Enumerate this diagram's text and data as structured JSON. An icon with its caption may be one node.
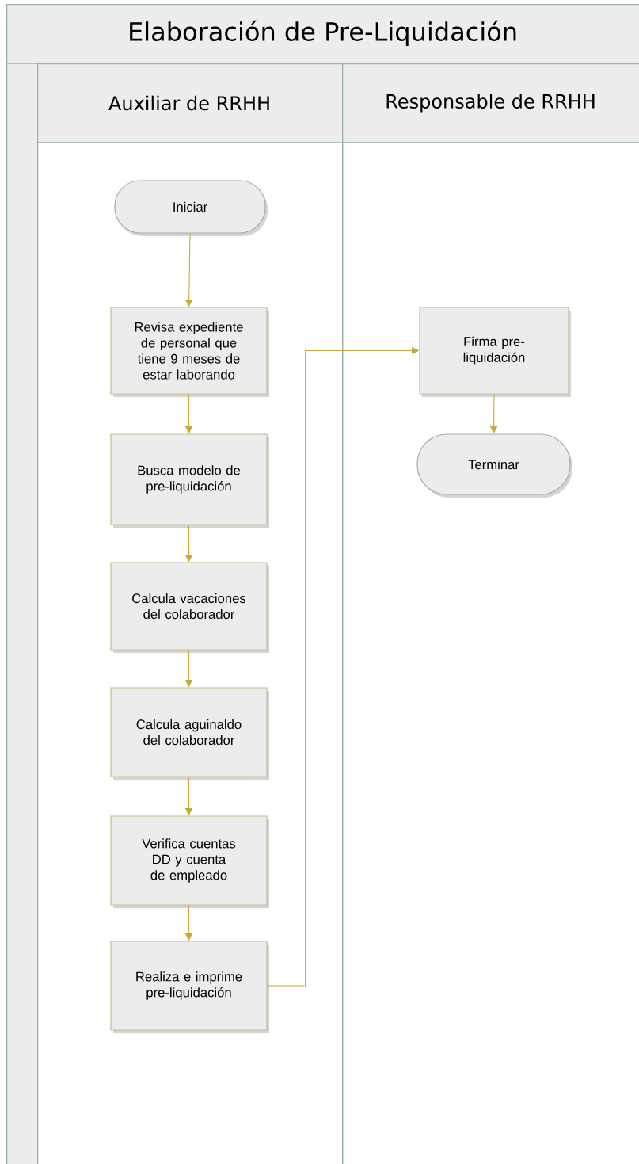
{
  "diagram": {
    "nodes": [
      {
        "text": [
          "Elaboración de Pre-Liquidación"
        ]
      },
      {
        "text": [
          "Auxiliar de RRHH"
        ],
        "in": 0
      },
      {
        "text": [
          "Responsable de RRHH"
        ],
        "in": 0
      },
      {
        "text": [
          "Iniciar"
        ],
        "in": 1
      },
      {
        "text": [
          "Revisa expediente de personal que tiene 9 meses de estar laborando"
        ],
        "in": 1
      },
      {
        "text": [
          "Busca modelo de pre-liquidación"
        ],
        "in": 1
      },
      {
        "text": [
          "Calcula vacaciones del colaborador"
        ],
        "in": 1
      },
      {
        "text": [
          "Calcula aguinaldo del colaborador"
        ],
        "in": 1
      },
      {
        "text": [
          "Verifica cuentas DD y cuenta de empleado"
        ],
        "in": 1
      },
      {
        "text": [
          "Realiza e imprime pre-liquidación"
        ],
        "in": 1
      },
      {
        "text": [
          "Firma pre-liquidación"
        ],
        "in": 2
      },
      {
        "text": [
          "Terminar"
        ],
        "in": 2
      }
    ],
    "edges": [
      {
        "from": 3,
        "to": 4,
        "arrow": "to"
      },
      {
        "from": 4,
        "to": 5,
        "arrow": "to"
      },
      {
        "from": 5,
        "to": 6,
        "arrow": "to"
      },
      {
        "from": 6,
        "to": 7,
        "arrow": "to"
      },
      {
        "from": 7,
        "to": 8,
        "arrow": "to"
      },
      {
        "from": 8,
        "to": 9,
        "arrow": "to"
      },
      {
        "from": 9,
        "to": 10,
        "arrow": "to"
      },
      {
        "from": 10,
        "to": 11,
        "arrow": "to"
      }
    ]
  }
}
